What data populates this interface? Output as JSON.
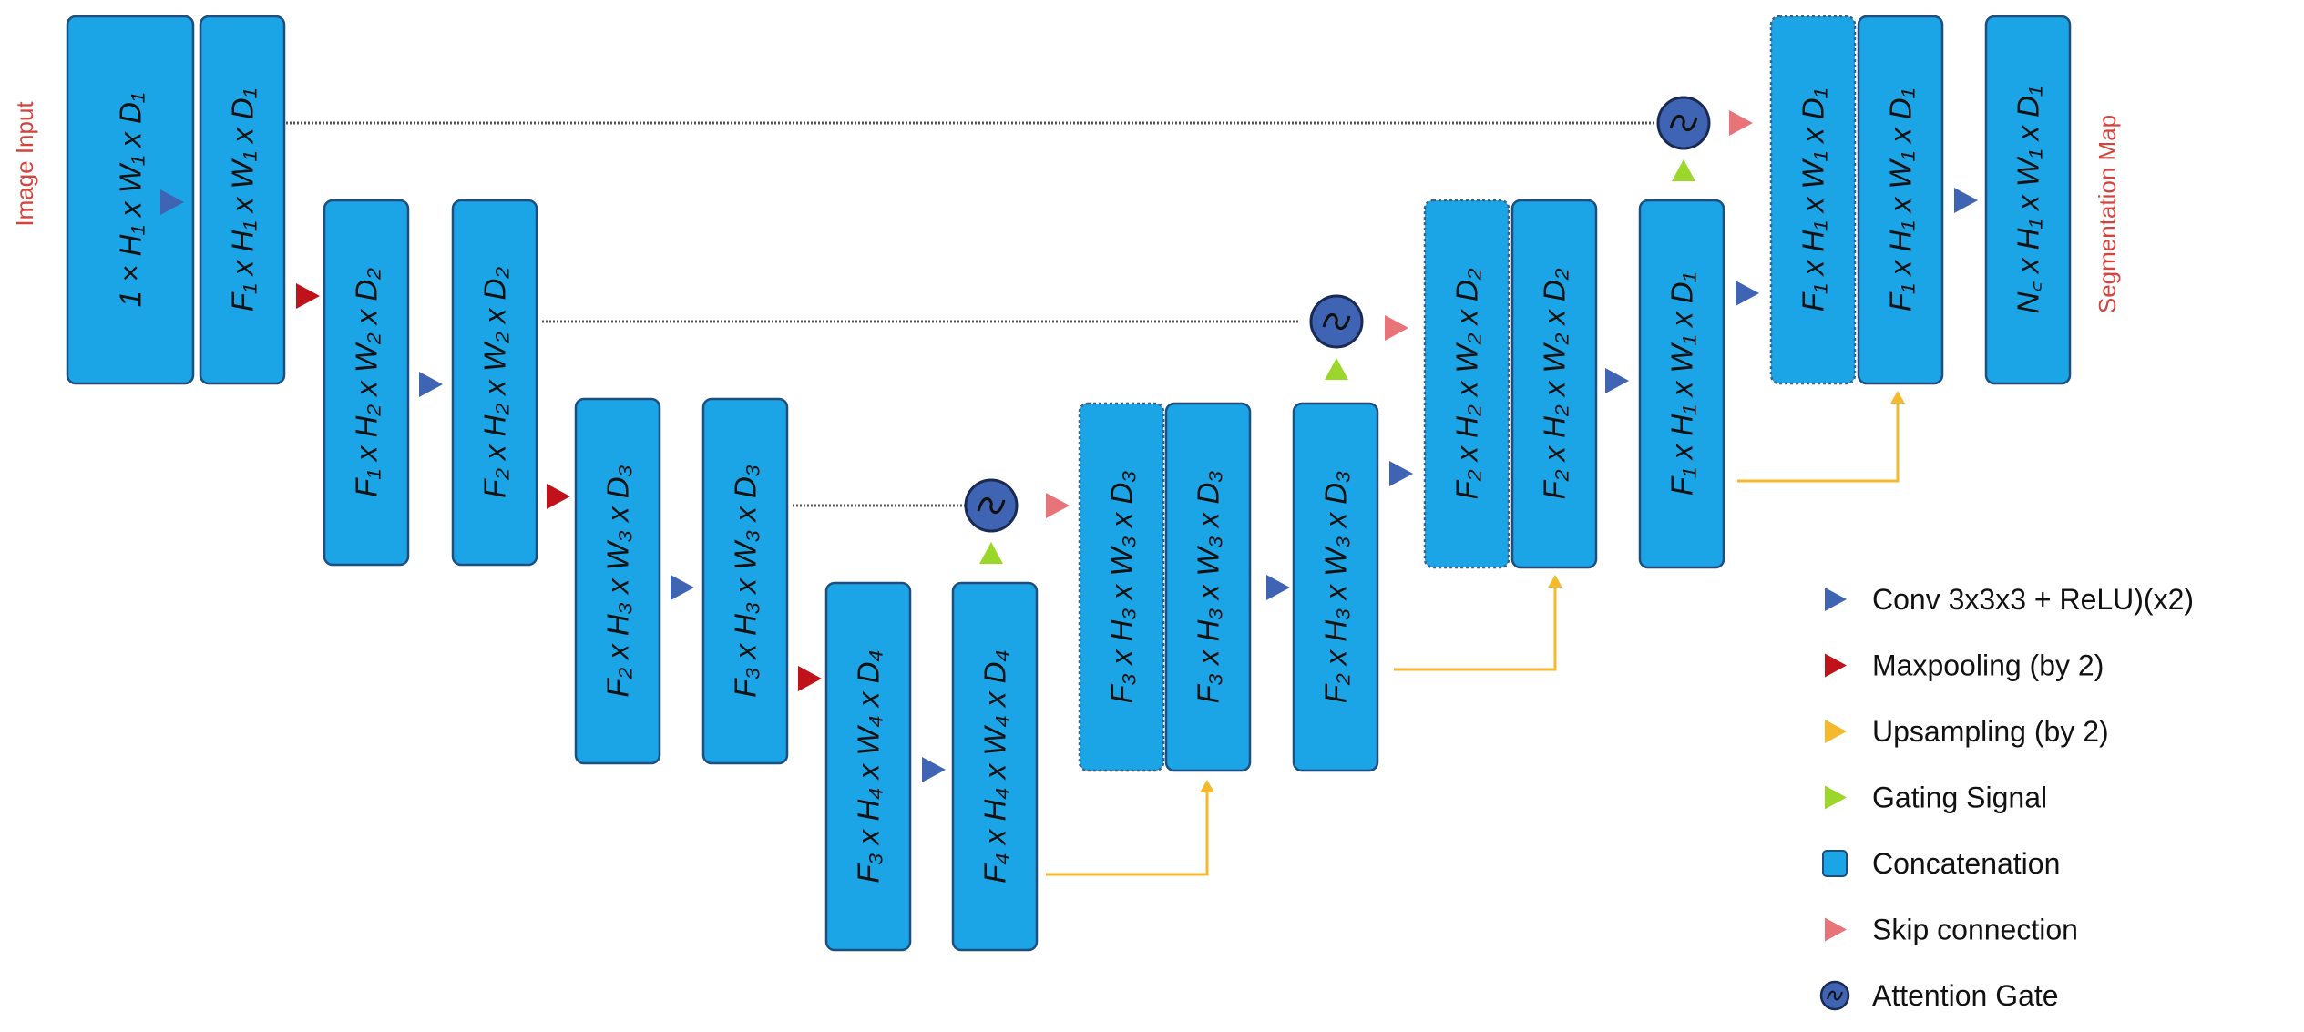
{
  "side_labels": {
    "input": "Image Input",
    "output": "Segmentation Map"
  },
  "blocks": [
    {
      "id": "b0",
      "label": "1 × H₁ x W₁ x D₁"
    },
    {
      "id": "b1",
      "label": "F₁ x H₁ x W₁ x D₁"
    },
    {
      "id": "b2",
      "label": "F₁ x H₂ x W₂ x D₂"
    },
    {
      "id": "b3",
      "label": "F₂ x H₂ x W₂ x D₂"
    },
    {
      "id": "b4",
      "label": "F₂ x H₃ x W₃ x D₃"
    },
    {
      "id": "b5",
      "label": "F₃ x H₃ x W₃ x D₃"
    },
    {
      "id": "b6",
      "label": "F₃ x H₄ x W₄ x D₄"
    },
    {
      "id": "b7",
      "label": "F₄ x H₄ x W₄ x D₄"
    },
    {
      "id": "b8",
      "label": "F₃ x H₃ x W₃ x D₃"
    },
    {
      "id": "b9",
      "label": "F₃ x H₃ x W₃ x D₃"
    },
    {
      "id": "b10",
      "label": "F₂ x H₃ x W₃ x D₃"
    },
    {
      "id": "b11",
      "label": "F₂ x H₂ x W₂ x D₂"
    },
    {
      "id": "b12",
      "label": "F₂ x H₂ x W₂ x D₂"
    },
    {
      "id": "b13",
      "label": "F₁ x H₁ x W₁ x D₁"
    },
    {
      "id": "b14",
      "label": "F₁ x H₁ x W₁ x D₁"
    },
    {
      "id": "b15",
      "label": "F₁ x H₁ x W₁ x D₁"
    },
    {
      "id": "b16",
      "label": "N꜀ x H₁ x W₁ x D₁"
    }
  ],
  "legend": [
    {
      "key": "conv",
      "label": "Conv 3x3x3 + ReLU)(x2)",
      "color": "#3f64b4"
    },
    {
      "key": "pool",
      "label": "Maxpooling (by 2)",
      "color": "#c0121a"
    },
    {
      "key": "up",
      "label": "Upsampling (by 2)",
      "color": "#f5b92e"
    },
    {
      "key": "gate",
      "label": "Gating Signal",
      "color": "#9bd62a"
    },
    {
      "key": "concat",
      "label": "Concatenation",
      "color": "#1ba5e6"
    },
    {
      "key": "skip",
      "label": "Skip connection",
      "color": "#e8747a"
    },
    {
      "key": "attn",
      "label": "Attention Gate",
      "color": "#3f64b4"
    }
  ]
}
